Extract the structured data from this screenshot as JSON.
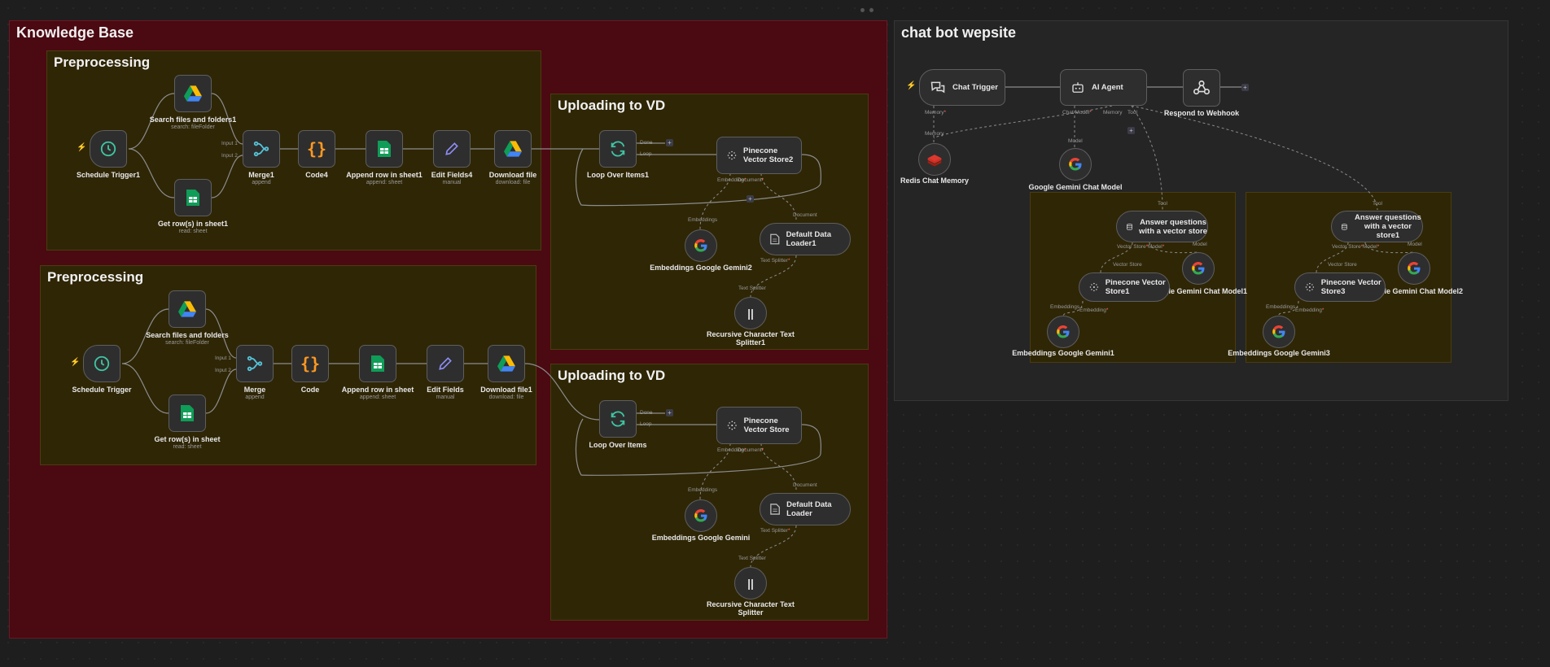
{
  "sections": {
    "knowledge_base": "Knowledge Base",
    "chat_bot": "chat bot wepsite",
    "pre1": "Preprocessing",
    "pre2": "Preprocessing",
    "up1": "Uploading to VD",
    "up2": "Uploading to VD",
    "qa1": "",
    "qa2": ""
  },
  "nodes": {
    "schedule1": {
      "label": "Schedule Trigger1"
    },
    "search1": {
      "label": "Search files and folders1",
      "sub": "search: fileFolder"
    },
    "getrows1": {
      "label": "Get row(s) in sheet1",
      "sub": "read: sheet"
    },
    "merge1": {
      "label": "Merge1",
      "sub": "append"
    },
    "code4": {
      "label": "Code4"
    },
    "append1": {
      "label": "Append row in sheet1",
      "sub": "append: sheet"
    },
    "edit4": {
      "label": "Edit Fields4",
      "sub": "manual"
    },
    "download": {
      "label": "Download file",
      "sub": "download: file"
    },
    "schedule": {
      "label": "Schedule Trigger"
    },
    "search": {
      "label": "Search files and folders",
      "sub": "search: fileFolder"
    },
    "getrows": {
      "label": "Get row(s) in sheet",
      "sub": "read: sheet"
    },
    "merge": {
      "label": "Merge",
      "sub": "append"
    },
    "code": {
      "label": "Code"
    },
    "append": {
      "label": "Append row in sheet",
      "sub": "append: sheet"
    },
    "edit": {
      "label": "Edit Fields",
      "sub": "manual"
    },
    "download1": {
      "label": "Download file1",
      "sub": "download: file"
    },
    "loop1": {
      "label": "Loop Over Items1"
    },
    "pinecone2": {
      "label": "Pinecone Vector Store2"
    },
    "emb2": {
      "label": "Embeddings Google Gemini2"
    },
    "loader1": {
      "label": "Default Data Loader1"
    },
    "splitter1": {
      "label": "Recursive Character Text Splitter1"
    },
    "loop": {
      "label": "Loop Over Items"
    },
    "pinecone": {
      "label": "Pinecone Vector Store"
    },
    "emb": {
      "label": "Embeddings Google Gemini"
    },
    "loader": {
      "label": "Default Data Loader"
    },
    "splitter": {
      "label": "Recursive Character Text Splitter"
    },
    "chattrigger": {
      "label": "Chat Trigger"
    },
    "agent": {
      "label": "AI Agent"
    },
    "webhook": {
      "label": "Respond to Webhook"
    },
    "redis": {
      "label": "Redis Chat Memory"
    },
    "geminichat": {
      "label": "Google Gemini Chat Model"
    },
    "answer": {
      "label": "Answer questions with a vector store"
    },
    "pinecone1": {
      "label": "Pinecone Vector Store1"
    },
    "geminichat1": {
      "label": "Google Gemini Chat Model1"
    },
    "emb1": {
      "label": "Embeddings Google Gemini1"
    },
    "answer1": {
      "label": "Answer questions with a vector store1"
    },
    "pinecone3": {
      "label": "Pinecone Vector Store3"
    },
    "geminichat2": {
      "label": "Google Gemini Chat Model2"
    },
    "emb3": {
      "label": "Embeddings Google Gemini3"
    }
  },
  "ports": {
    "input1": "Input 1",
    "input2": "Input 2",
    "done": "Done",
    "loop": "Loop",
    "embedding": "Embedding",
    "document": "Document",
    "text_splitter": "Text Splitter",
    "embeddings": "Embeddings",
    "memory": "Memory",
    "chat_model": "Chat Model",
    "tool": "Tool",
    "model": "Model",
    "vector_store": "Vector Store"
  },
  "colors": {
    "canvas": "#1e1e1e",
    "kb_sticky": "#4b0912",
    "yellow_sticky": "#2f2606",
    "gray_sticky": "#252525",
    "node_bg": "#2e2e2e",
    "wire": "#8c8c8c",
    "required": "#ff6d5a"
  },
  "icons": {
    "schedule": "clock-icon",
    "drive": "google-drive-icon",
    "sheets": "google-sheets-icon",
    "merge": "merge-icon",
    "code": "code-braces-icon",
    "edit": "pencil-icon",
    "loop": "loop-arrows-icon",
    "pinecone": "pinecone-icon",
    "google": "google-g-icon",
    "document": "document-icon",
    "splitter": "splitter-icon",
    "chat": "chat-bubbles-icon",
    "agent": "robot-icon",
    "webhook": "webhook-icon",
    "redis": "redis-icon",
    "database": "database-icon"
  }
}
